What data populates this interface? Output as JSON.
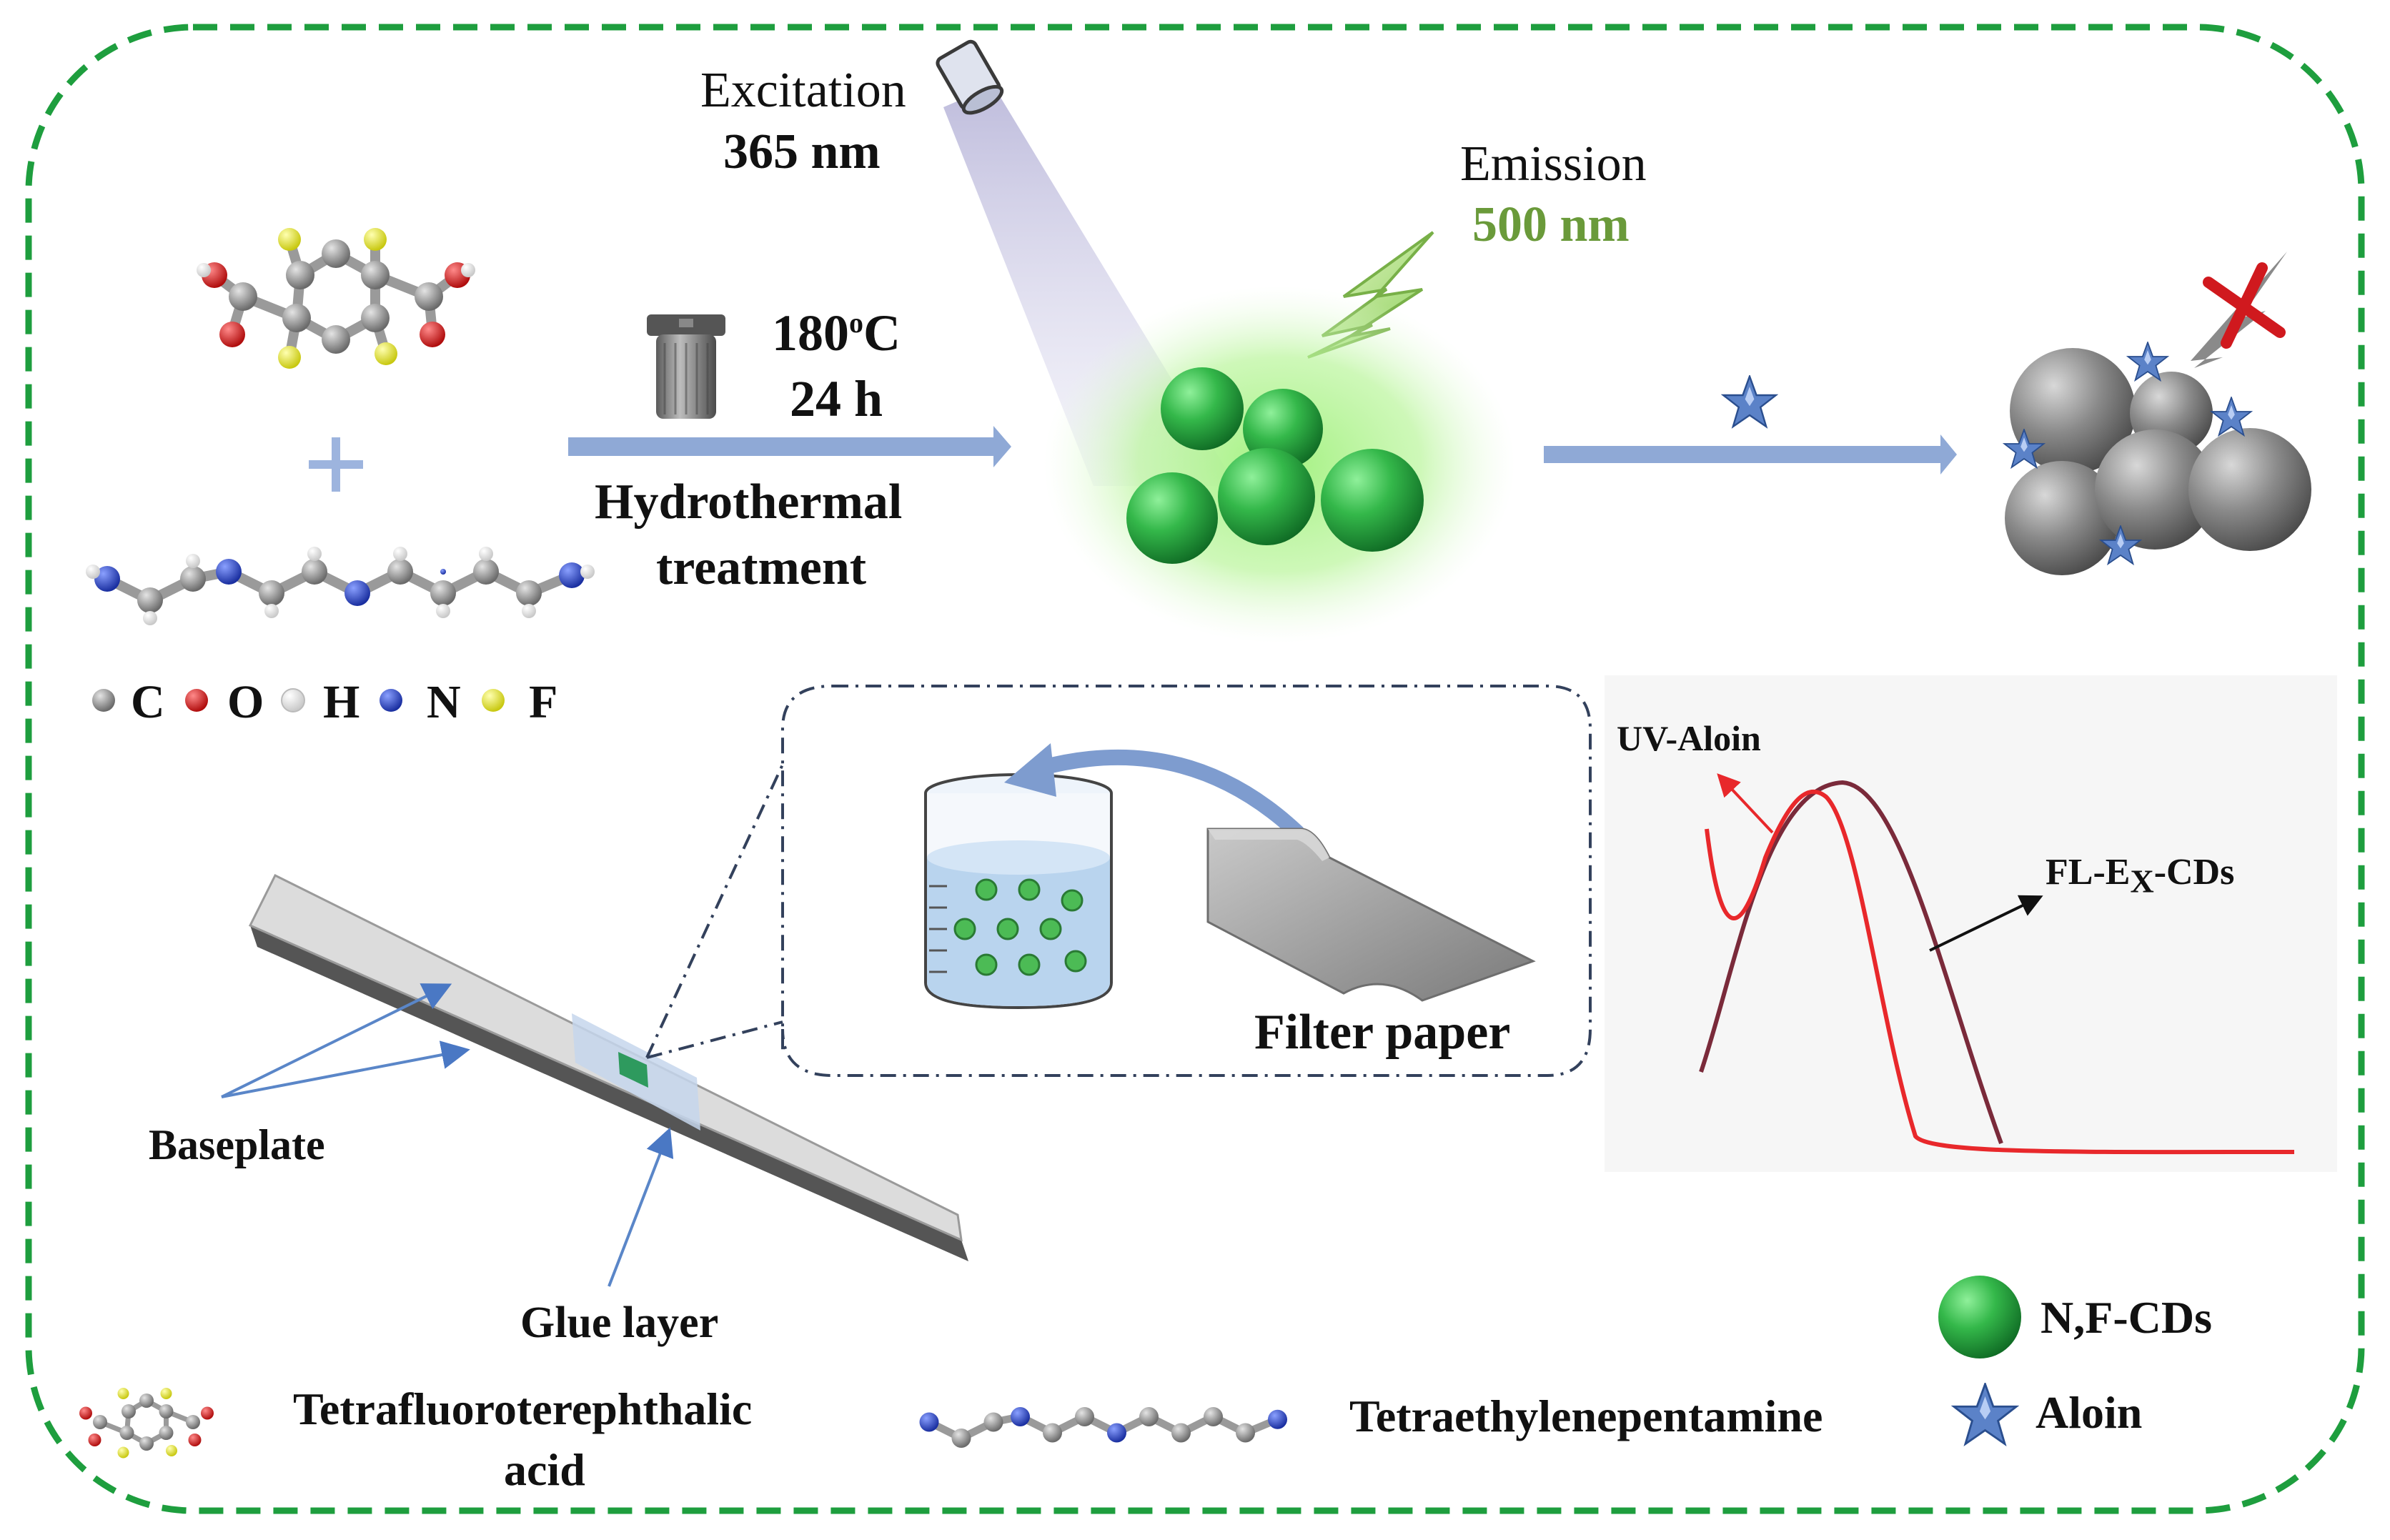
{
  "excitation": {
    "label": "Excitation",
    "value": "365 nm"
  },
  "emission": {
    "label": "Emission",
    "value": "500 nm",
    "color": "#6a9a3a"
  },
  "synthesis": {
    "temp_value": "180",
    "temp_sup": "o",
    "temp_unit": "C",
    "time": "24 h",
    "label_line1": "Hydrothermal",
    "label_line2": "treatment"
  },
  "atom_legend": [
    {
      "symbol": "C",
      "color": "#8a8a8a"
    },
    {
      "symbol": "O",
      "color": "#d21a1a"
    },
    {
      "symbol": "H",
      "color": "#f0f0f0"
    },
    {
      "symbol": "N",
      "color": "#1f3fc4"
    },
    {
      "symbol": "F",
      "color": "#e6e61a"
    }
  ],
  "strip": {
    "baseplate_label": "Baseplate",
    "glue_label": "Glue layer"
  },
  "inset": {
    "filter_paper_label": "Filter paper"
  },
  "spectrum": {
    "uv_label": "UV-Aloin",
    "fl_label_prefix": "FL-E",
    "fl_label_sub": "X",
    "fl_label_suffix": "-CDs",
    "uv_color": "#e8282b",
    "fl_color": "#7a2a3a"
  },
  "legend": {
    "cds_label": "N,F-CDs",
    "aloin_label": "Aloin",
    "acid_line1": "Tetrafluoroterephthalic",
    "acid_line2": "acid",
    "amine_label": "Tetraethylenepentamine"
  },
  "colors": {
    "border": "#1e9e3e",
    "cd_green": "#2ea84a",
    "arrow_blue": "#8fa9d6",
    "star_blue": "#4a72b8",
    "gray_sphere": "#808080"
  }
}
